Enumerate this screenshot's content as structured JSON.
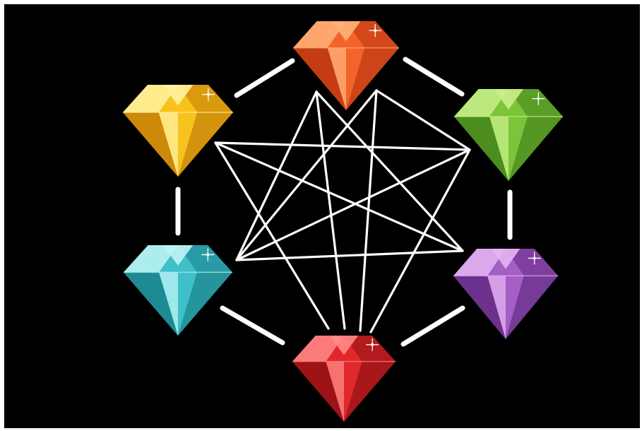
{
  "background_color": "#000000",
  "frame_color": "#ffffff",
  "connector_color": "#ffffff",
  "gems": [
    {
      "name": "orange-gem",
      "light": "#ffb27a",
      "mid": "#f4642a",
      "dark": "#b8320f"
    },
    {
      "name": "green-gem",
      "light": "#c8f08a",
      "mid": "#7cc43a",
      "dark": "#3f7f18"
    },
    {
      "name": "purple-gem",
      "light": "#e4b6f2",
      "mid": "#a45ec4",
      "dark": "#5e2680"
    },
    {
      "name": "red-gem",
      "light": "#ff8a8a",
      "mid": "#e0282a",
      "dark": "#8c0e12"
    },
    {
      "name": "cyan-gem",
      "light": "#bff4f6",
      "mid": "#3fc0c8",
      "dark": "#177c86"
    },
    {
      "name": "yellow-gem",
      "light": "#fff2a0",
      "mid": "#f7c21c",
      "dark": "#c27a06"
    }
  ]
}
